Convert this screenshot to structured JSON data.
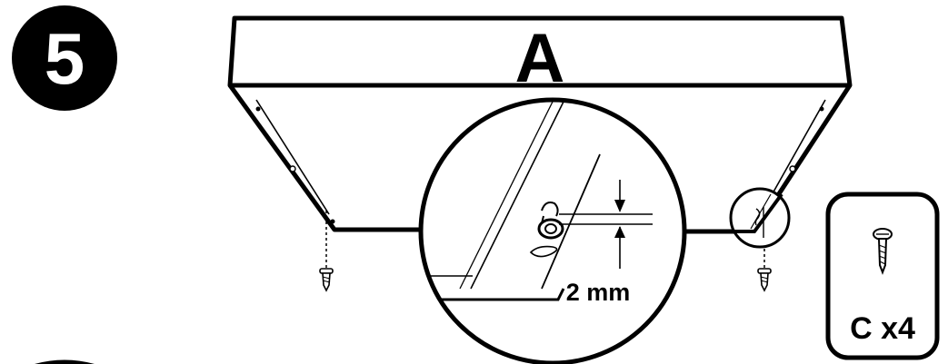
{
  "step": {
    "number": "5"
  },
  "panel": {
    "label": "A"
  },
  "measurement": {
    "text": "2 mm"
  },
  "parts": {
    "quantity_label": "C x4"
  },
  "colors": {
    "ink": "#000000",
    "paper": "#ffffff"
  }
}
